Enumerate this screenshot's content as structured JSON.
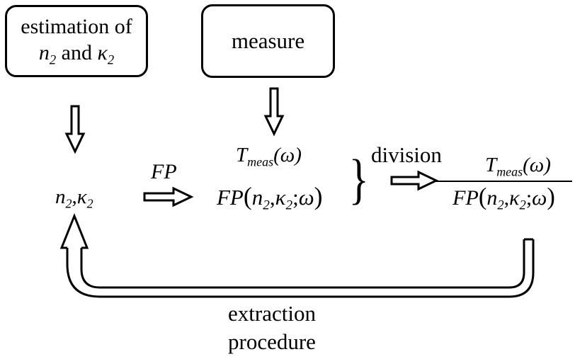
{
  "boxes": {
    "estimation": {
      "line1": "estimation of",
      "n_symbol": "n",
      "n_subscript": "2",
      "and": "and",
      "kappa_symbol": "κ",
      "kappa_subscript": "2"
    },
    "measure": {
      "label": "measure"
    }
  },
  "node_variables": {
    "n_symbol": "n",
    "n_subscript": "2",
    "separator": ",",
    "kappa_symbol": "κ",
    "kappa_subscript": "2"
  },
  "fp_label": "FP",
  "tmeas": {
    "symbol": "T",
    "subscript": "meas",
    "argument": "(ω)"
  },
  "fp_expression": {
    "func": "FP",
    "open_paren": "(",
    "n_symbol": "n",
    "n_subscript": "2",
    "comma": ",",
    "kappa_symbol": "κ",
    "kappa_subscript": "2",
    "semicolon": ";",
    "omega": "ω",
    "close_paren": ")"
  },
  "brace": "}",
  "division_label": "division",
  "ratio": {
    "numerator": {
      "symbol": "T",
      "subscript": "meas",
      "argument": "(ω)"
    },
    "denominator": {
      "func": "FP",
      "open_paren": "(",
      "n_symbol": "n",
      "n_subscript": "2",
      "comma": ",",
      "kappa_symbol": "κ",
      "kappa_subscript": "2",
      "semicolon": ";",
      "omega": "ω",
      "close_paren": ")"
    }
  },
  "feedback_label": {
    "line1": "extraction",
    "line2": "procedure"
  }
}
